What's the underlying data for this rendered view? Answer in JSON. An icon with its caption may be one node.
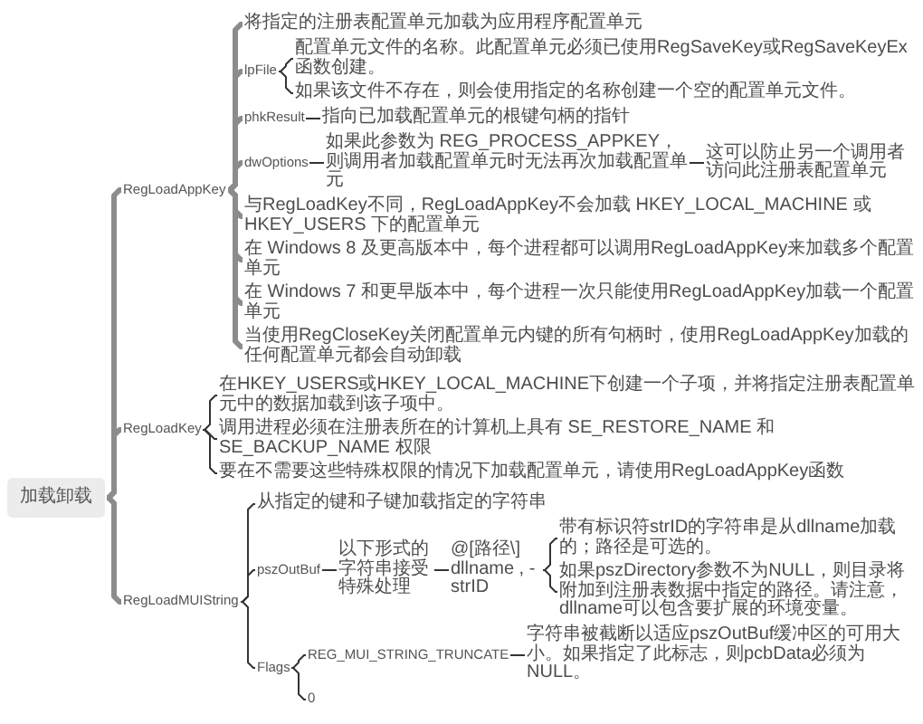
{
  "diagram": {
    "nodes": [
      {
        "text": [
          "加载卸载"
        ]
      },
      {
        "text": [
          "RegLoadAppKey"
        ]
      },
      {
        "text": [
          "将指定的注册表配置单元加载为应用程序配置单元"
        ]
      },
      {
        "text": [
          "lpFile"
        ]
      },
      {
        "text": [
          "配置单元文件的名称。此配置单元必须已使用RegSaveKey或RegSaveKeyEx函数创建。"
        ]
      },
      {
        "text": [
          "如果该文件不存在，则会使用指定的名称创建一个空的配置单元文件。"
        ]
      },
      {
        "text": [
          "phkResult"
        ]
      },
      {
        "text": [
          "指向已加载配置单元的根键句柄的指针"
        ]
      },
      {
        "text": [
          "dwOptions"
        ]
      },
      {
        "text": [
          "如果此参数为 REG_PROCESS_APPKEY，则调用者加载配置单元时无法再次加载配置单元"
        ]
      },
      {
        "text": [
          "这可以防止另一个调用者访问此注册表配置单元"
        ]
      },
      {
        "text": [
          "与RegLoadKey不同，RegLoadAppKey不会加载 HKEY_LOCAL_MACHINE 或 HKEY_USERS 下的配置单元"
        ]
      },
      {
        "text": [
          "在 Windows 8 及更高版本中，每个进程都可以调用RegLoadAppKey来加载多个配置单元"
        ]
      },
      {
        "text": [
          "在 Windows 7 和更早版本中，每个进程一次只能使用RegLoadAppKey加载一个配置单元"
        ]
      },
      {
        "text": [
          "当使用RegCloseKey关闭配置单元内键的所有句柄时，使用RegLoadAppKey加载的任何配置单元都会自动卸载"
        ]
      },
      {
        "text": [
          "RegLoadKey"
        ]
      },
      {
        "text": [
          "在HKEY_USERS或HKEY_LOCAL_MACHINE下创建一个子项，并将指定注册表配置单元中的数据加载到该子项中。"
        ]
      },
      {
        "text": [
          "调用进程必须在注册表所在的计算机上具有 SE_RESTORE_NAME 和 SE_BACKUP_NAME 权限"
        ]
      },
      {
        "text": [
          "要在不需要这些特殊权限的情况下加载配置单元，请使用RegLoadAppKey函数"
        ]
      },
      {
        "text": [
          "RegLoadMUIString"
        ]
      },
      {
        "text": [
          "从指定的键和子键加载指定的字符串"
        ]
      },
      {
        "text": [
          "pszOutBuf"
        ]
      },
      {
        "text": [
          "以下形式的字符串接受特殊处理"
        ]
      },
      {
        "text": [
          "@[路径\\] dllname , - strID"
        ]
      },
      {
        "text": [
          "带有标识符strID的字符串是从dllname加载的；路径是可选的。"
        ]
      },
      {
        "text": [
          "如果pszDirectory参数不为NULL，则目录将附加到注册表数据中指定的路径。请注意，dllname可以包含要扩展的环境变量。"
        ]
      },
      {
        "text": [
          "Flags"
        ]
      },
      {
        "text": [
          "REG_MUI_STRING_TRUNCATE"
        ]
      },
      {
        "text": [
          "字符串被截断以适应pszOutBuf缓冲区的可用大小。如果指定了此标志，则pcbData必须为NULL。"
        ]
      },
      {
        "text": [
          "0"
        ]
      }
    ],
    "edges": [
      {
        "from": 0,
        "to": 1,
        "arrow": "none",
        "style": "thick",
        "color": "#8c8c8c"
      },
      {
        "from": 0,
        "to": 15,
        "arrow": "none",
        "style": "thick",
        "color": "#8c8c8c"
      },
      {
        "from": 0,
        "to": 19,
        "arrow": "none",
        "style": "thick",
        "color": "#8c8c8c"
      },
      {
        "from": 1,
        "to": 2,
        "arrow": "none",
        "style": "thick",
        "color": "#8c8c8c"
      },
      {
        "from": 1,
        "to": 3,
        "arrow": "none",
        "style": "thick",
        "color": "#8c8c8c"
      },
      {
        "from": 1,
        "to": 6,
        "arrow": "none",
        "style": "thick",
        "color": "#8c8c8c"
      },
      {
        "from": 1,
        "to": 8,
        "arrow": "none",
        "style": "thick",
        "color": "#8c8c8c"
      },
      {
        "from": 1,
        "to": 11,
        "arrow": "none",
        "style": "thick",
        "color": "#8c8c8c"
      },
      {
        "from": 1,
        "to": 12,
        "arrow": "none",
        "style": "thick",
        "color": "#8c8c8c"
      },
      {
        "from": 1,
        "to": 13,
        "arrow": "none",
        "style": "thick",
        "color": "#8c8c8c"
      },
      {
        "from": 1,
        "to": 14,
        "arrow": "none",
        "style": "thick",
        "color": "#8c8c8c"
      },
      {
        "from": 3,
        "to": 4,
        "arrow": "none"
      },
      {
        "from": 3,
        "to": 5,
        "arrow": "none"
      },
      {
        "from": 6,
        "to": 7,
        "arrow": "none"
      },
      {
        "from": 8,
        "to": 9,
        "arrow": "none"
      },
      {
        "from": 9,
        "to": 10,
        "arrow": "none"
      },
      {
        "from": 15,
        "to": 16,
        "arrow": "none"
      },
      {
        "from": 15,
        "to": 17,
        "arrow": "none"
      },
      {
        "from": 15,
        "to": 18,
        "arrow": "none"
      },
      {
        "from": 19,
        "to": 20,
        "arrow": "none"
      },
      {
        "from": 19,
        "to": 21,
        "arrow": "none"
      },
      {
        "from": 19,
        "to": 26,
        "arrow": "none"
      },
      {
        "from": 21,
        "to": 22,
        "arrow": "none"
      },
      {
        "from": 22,
        "to": 23,
        "arrow": "none"
      },
      {
        "from": 23,
        "to": 24,
        "arrow": "none"
      },
      {
        "from": 23,
        "to": 25,
        "arrow": "none"
      },
      {
        "from": 26,
        "to": 27,
        "arrow": "none"
      },
      {
        "from": 26,
        "to": 29,
        "arrow": "none"
      },
      {
        "from": 27,
        "to": 28,
        "arrow": "none"
      }
    ]
  }
}
